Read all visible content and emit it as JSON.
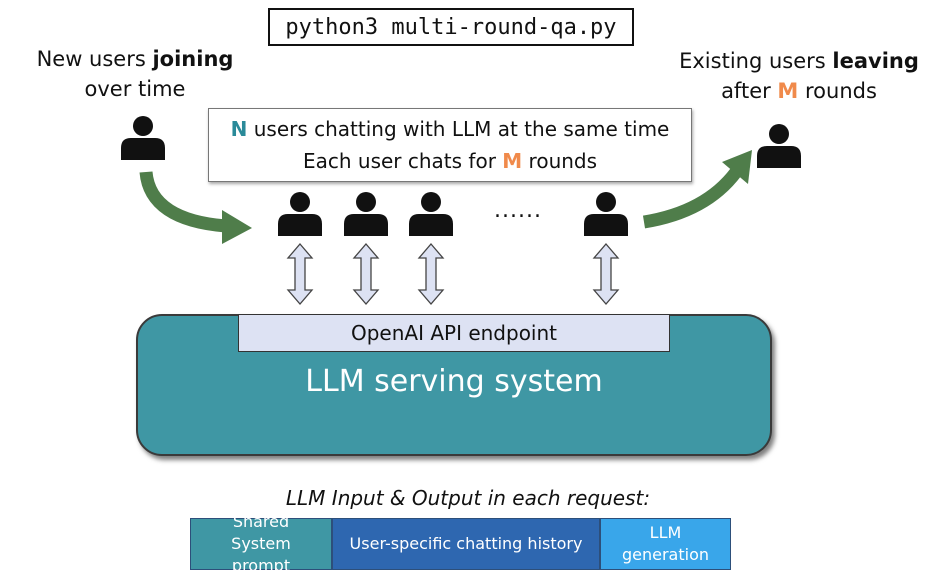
{
  "command": "python3 multi-round-qa.py",
  "joining": {
    "prefix": "New users ",
    "bold": "joining",
    "line2": "over time"
  },
  "leaving": {
    "prefix": "Existing users ",
    "bold": "leaving",
    "line2_prefix": "after ",
    "m": "M",
    "line2_suffix": " rounds"
  },
  "concurrency": {
    "n": "N",
    "line1_rest": " users chatting with LLM at the same time",
    "line2_prefix": "Each user chats for ",
    "m": "M",
    "line2_suffix": " rounds"
  },
  "ellipsis": "......",
  "api_endpoint": "OpenAI API endpoint",
  "serving_system": "LLM serving system",
  "request_caption": "LLM Input & Output in each request:",
  "segments": {
    "shared": "Shared System prompt",
    "history": "User-specific chatting history",
    "generation": "LLM generation"
  },
  "colors": {
    "n_highlight": "#2a8a99",
    "m_highlight": "#f08a4b",
    "serving_system": "#3f97a4",
    "api_box": "#dde2f3",
    "arrow_green": "#4f7d4a",
    "shared_segment": "#3f97a4",
    "history_segment": "#2e67b0",
    "generation_segment": "#39a6ea"
  },
  "icons": [
    "user-icon",
    "double-arrow-icon",
    "curved-arrow-icon"
  ]
}
